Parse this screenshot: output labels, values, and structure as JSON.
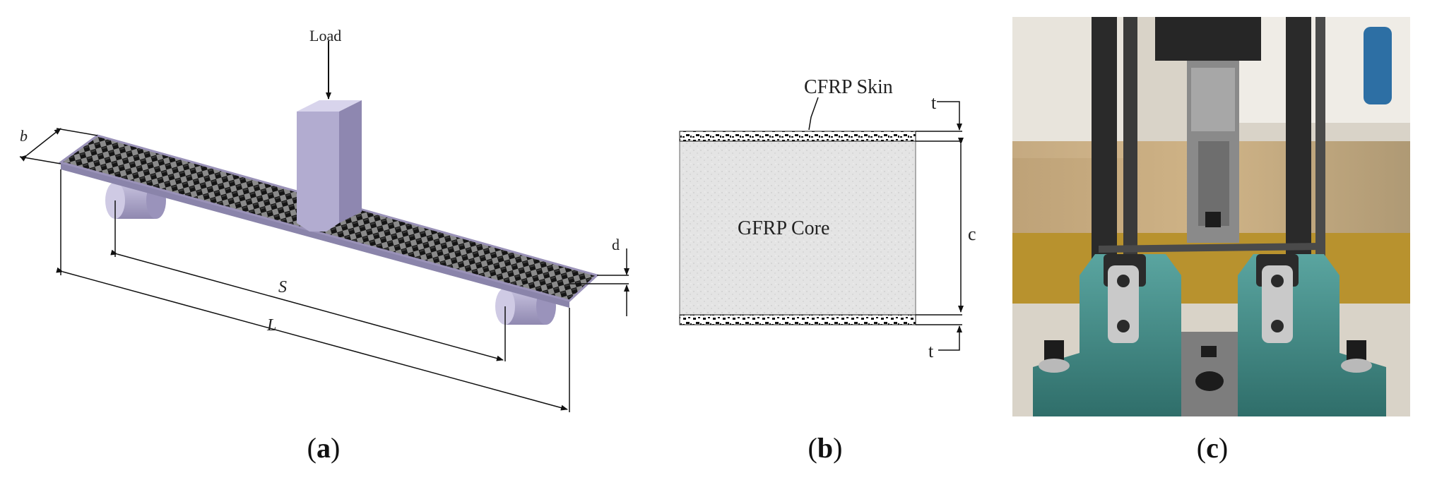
{
  "panel_a": {
    "load_label": "Load",
    "dim_b": "b",
    "dim_d": "d",
    "dim_S": "S",
    "dim_L": "L",
    "caption_open": "(",
    "caption_letter": "a",
    "caption_close": ")"
  },
  "panel_b": {
    "skin_label": "CFRP Skin",
    "core_label": "GFRP Core",
    "dim_t_top": "t",
    "dim_t_bottom": "t",
    "dim_c": "c",
    "caption_open": "(",
    "caption_letter": "b",
    "caption_close": ")"
  },
  "panel_c": {
    "caption_open": "(",
    "caption_letter": "c",
    "caption_close": ")"
  },
  "colors": {
    "beam_edge": "#9a92b8",
    "beam_weave_dark": "#1a1a1a",
    "beam_weave_light": "#8a8a8a",
    "support": "#a8a2c8",
    "core": "#e2e2e2",
    "fixture_teal": "#3f8a86",
    "floor": "#9a7a2a"
  }
}
